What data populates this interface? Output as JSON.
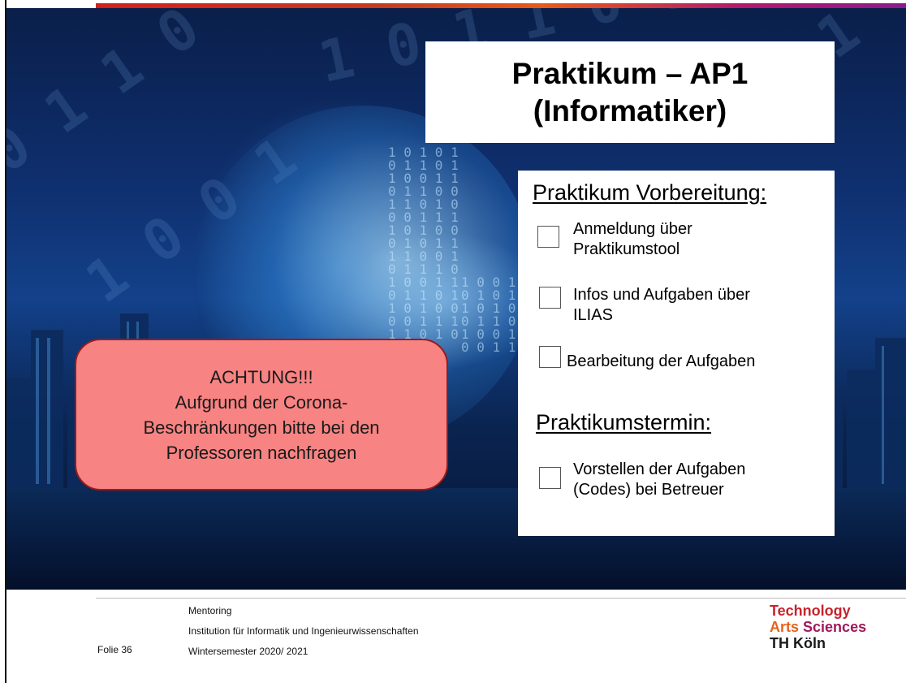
{
  "slide": {
    "title_line1": "Praktikum – AP1",
    "title_line2": "(Informatiker)"
  },
  "checklist": {
    "section1_heading": "Praktikum Vorbereitung:",
    "items1": [
      {
        "line1": "Anmeldung über",
        "line2": "Praktikumstool"
      },
      {
        "line1": "Infos und Aufgaben über",
        "line2": "ILIAS"
      },
      {
        "line1": "Bearbeitung der Aufgaben",
        "line2": ""
      }
    ],
    "section2_heading": "Praktikumstermin:",
    "items2": [
      {
        "line1": "Vorstellen der Aufgaben",
        "line2": "(Codes) bei Betreuer"
      }
    ]
  },
  "warning": {
    "lines": [
      "ACHTUNG!!!",
      "Aufgrund der Corona-",
      "Beschränkungen bitte bei den",
      "Professoren nachfragen"
    ],
    "fill_color": "#f78382",
    "border_color": "#9a1a1a"
  },
  "footer": {
    "slide_number": "Folie 36",
    "line1": "Mentoring",
    "line2": "Institution für Informatik und Ingenieurwissenschaften",
    "line3": "Wintersemester 2020/ 2021",
    "logo": {
      "word1": "Technology",
      "word2": "Arts",
      "word3": "Sciences",
      "word4": "TH Köln"
    }
  },
  "colors": {
    "accent_red": "#c8232c",
    "accent_orange": "#e7631c",
    "accent_purple": "#a0185c"
  }
}
